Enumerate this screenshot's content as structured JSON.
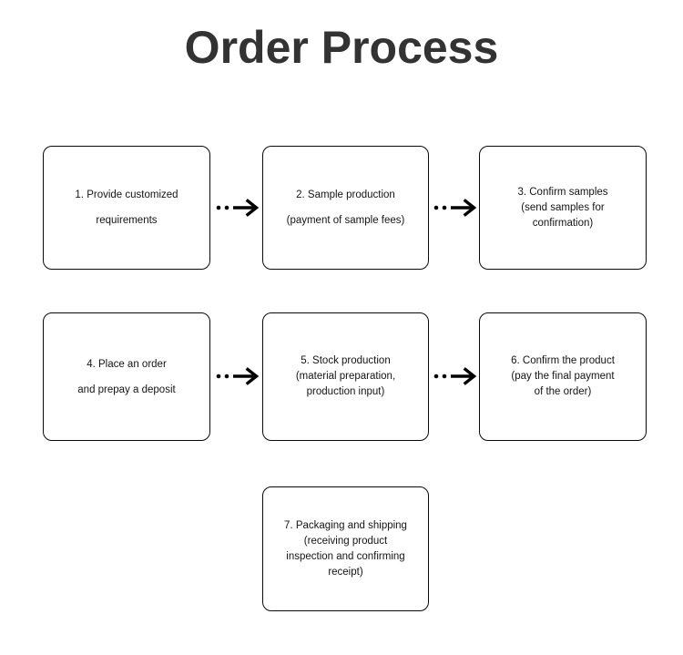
{
  "page": {
    "title": "Order Process",
    "background_color": "#ffffff",
    "title_color": "#333333"
  },
  "diagram": {
    "type": "flowchart",
    "node_border_color": "#0a0a0a",
    "node_fill_color": "#ffffff",
    "connector_color": "#000000",
    "connector_style": "dotted-then-solid-arrow",
    "nodes": [
      {
        "id": "step-1",
        "step": "1",
        "text": "1. Provide customized\nrequirements",
        "row": 1,
        "column": 1
      },
      {
        "id": "step-2",
        "step": "2",
        "text": "2. Sample production\n(payment of sample fees)",
        "row": 1,
        "column": 2
      },
      {
        "id": "step-3",
        "step": "3",
        "text": "3. Confirm samples\n(send samples for\nconfirmation)",
        "row": 1,
        "column": 3
      },
      {
        "id": "step-4",
        "step": "4",
        "text": "4. Place an order\nand prepay a deposit",
        "row": 2,
        "column": 1
      },
      {
        "id": "step-5",
        "step": "5",
        "text": "5. Stock production\n(material preparation,\nproduction input)",
        "row": 2,
        "column": 2
      },
      {
        "id": "step-6",
        "step": "6",
        "text": "6. Confirm the product\n(pay the final payment\nof the order)",
        "row": 2,
        "column": 3
      },
      {
        "id": "step-7",
        "step": "7",
        "text": "7. Packaging and shipping\n(receiving product\ninspection and confirming\nreceipt)",
        "row": 3,
        "column": 2
      }
    ],
    "connectors": [
      {
        "id": "arrow-1-to-2",
        "from": "step-1",
        "to": "step-2"
      },
      {
        "id": "arrow-2-to-3",
        "from": "step-2",
        "to": "step-3"
      },
      {
        "id": "arrow-4-to-5",
        "from": "step-4",
        "to": "step-5"
      },
      {
        "id": "arrow-5-to-6",
        "from": "step-5",
        "to": "step-6"
      }
    ]
  }
}
